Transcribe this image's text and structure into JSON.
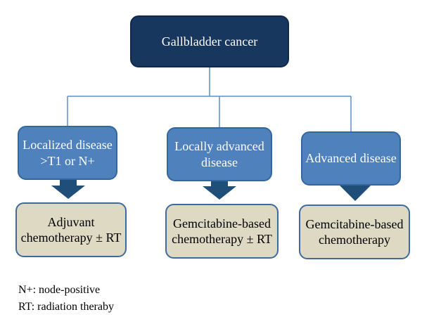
{
  "root": {
    "label": "Gallbladder cancer"
  },
  "categories": [
    {
      "line1": "Localized disease",
      "line2": ">T1 or N+"
    },
    {
      "line1": "Locally advanced",
      "line2": "disease"
    },
    {
      "line1": "Advanced disease"
    }
  ],
  "treatments": [
    {
      "line1": "Adjuvant",
      "line2": "chemotherapy ± RT"
    },
    {
      "line1": "Gemcitabine-based",
      "line2": "chemotherapy ± RT"
    },
    {
      "line1": "Gemcitabine-based",
      "line2": "chemotherapy"
    }
  ],
  "legend": [
    "N+: node-positive",
    "RT: radiation theraby"
  ],
  "colors": {
    "root_fill": "#17375e",
    "category_fill": "#4f81bd",
    "treatment_fill": "#ddd9c3",
    "arrow_fill": "#1f4e79",
    "connector": "#5b8ec7"
  }
}
